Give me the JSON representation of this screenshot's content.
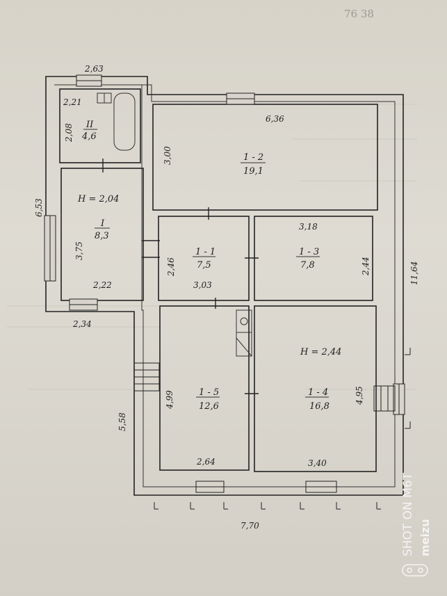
{
  "header_text": {
    "line1": "",
    "line1_right": "76 38",
    "line2": "",
    "line3": ""
  },
  "dimensions": {
    "top_width_bath": "2,63",
    "bath_inner_width": "2,21",
    "bath_depth": "2,08",
    "left_total": "6,53",
    "room_1_depth": "3,75",
    "room_1_width": "2,22",
    "annex_bottom": "2,34",
    "room_12_width": "6,36",
    "room_12_depth": "3,00",
    "room_13_width": "3,18",
    "room_13_depth": "2,44",
    "room_11_depth": "2,46",
    "room_11_width": "3,03",
    "right_total": "11,64",
    "lower_left": "5,58",
    "room_15_depth": "4,99",
    "room_15_width": "2,64",
    "room_14_depth": "4,95",
    "room_14_width": "3,40",
    "bottom_total": "7,70"
  },
  "rooms": {
    "bath": {
      "roman": "II",
      "area": "4,6"
    },
    "r1": {
      "height": "H = 2,04",
      "roman": "I",
      "area": "8,3"
    },
    "r12": {
      "num": "1 - 2",
      "area": "19,1"
    },
    "r11": {
      "num": "1 - 1",
      "area": "7,5"
    },
    "r13": {
      "num": "1 - 3",
      "area": "7,8"
    },
    "r15": {
      "num": "1 - 5",
      "area": "12,6"
    },
    "r14": {
      "height": "H = 2,44",
      "num": "1 - 4",
      "area": "16,8"
    }
  },
  "watermark": {
    "line1": "SHOT ON M6T",
    "line2": "meizu"
  },
  "icons": [
    "camera-dots-icon"
  ],
  "colors": {
    "paper": "#d9d5cc",
    "ink": "#222222"
  }
}
